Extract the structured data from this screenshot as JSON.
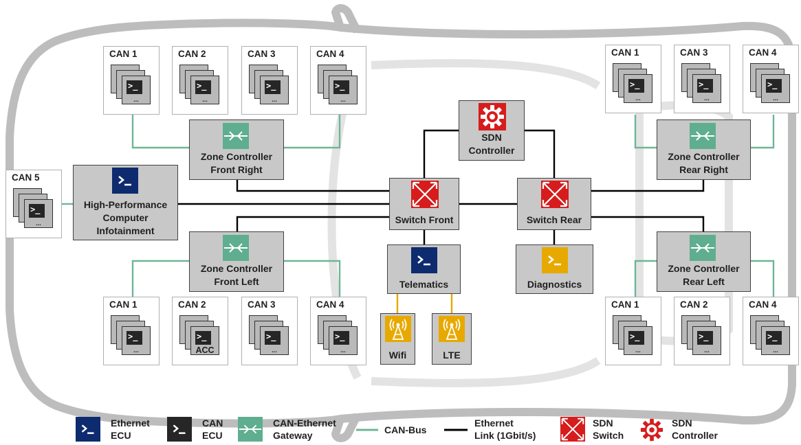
{
  "colors": {
    "ethernet_ecu": "#0d2b6e",
    "can_ecu": "#262626",
    "gateway": "#5fae8f",
    "can_bus": "#6fb596",
    "ethernet_link": "#000000",
    "sdn_red": "#d61c1c",
    "wireless_yellow": "#e7a900",
    "box_fill": "#c8c8c8"
  },
  "can_groups": {
    "fr": [
      "CAN 1",
      "CAN 2",
      "CAN 3",
      "CAN 4"
    ],
    "rr": [
      "CAN 1",
      "CAN 3",
      "CAN 4"
    ],
    "fl": [
      "CAN 1",
      "CAN 2",
      "CAN 3",
      "CAN 4"
    ],
    "rl": [
      "CAN 1",
      "CAN 2",
      "CAN 4"
    ],
    "hpc": [
      "CAN 5"
    ]
  },
  "ecu_dots": "...",
  "acc_label": "ACC",
  "nodes": {
    "zc_fr": "Zone Controller\nFront Right",
    "zc_rr": "Zone Controller\nRear Right",
    "zc_fl": "Zone Controller\nFront Left",
    "zc_rl": "Zone Controller\nRear Left",
    "hpc": "High-Performance\nComputer\nInfotainment",
    "sdn_controller": "SDN\nController",
    "switch_front": "Switch Front",
    "switch_rear": "Switch Rear",
    "telematics": "Telematics",
    "diagnostics": "Diagnostics",
    "wifi": "Wifi",
    "lte": "LTE"
  },
  "legend": {
    "ethernet_ecu": "Ethernet\nECU",
    "can_ecu": "CAN\nECU",
    "gateway": "CAN-Ethernet\nGateway",
    "can_bus": "CAN-Bus",
    "ethernet_link": "Ethernet\nLink (1Gbit/s)",
    "sdn_switch": "SDN\nSwitch",
    "sdn_controller": "SDN\nController"
  },
  "icons": {
    "ethernet_ecu": "terminal-prompt-icon-blue",
    "can_ecu": "terminal-prompt-icon-dark",
    "gateway": "gateway-arrows-icon",
    "sdn_switch": "crossed-switch-icon",
    "sdn_controller": "gear-icon",
    "wireless": "antenna-icon"
  }
}
